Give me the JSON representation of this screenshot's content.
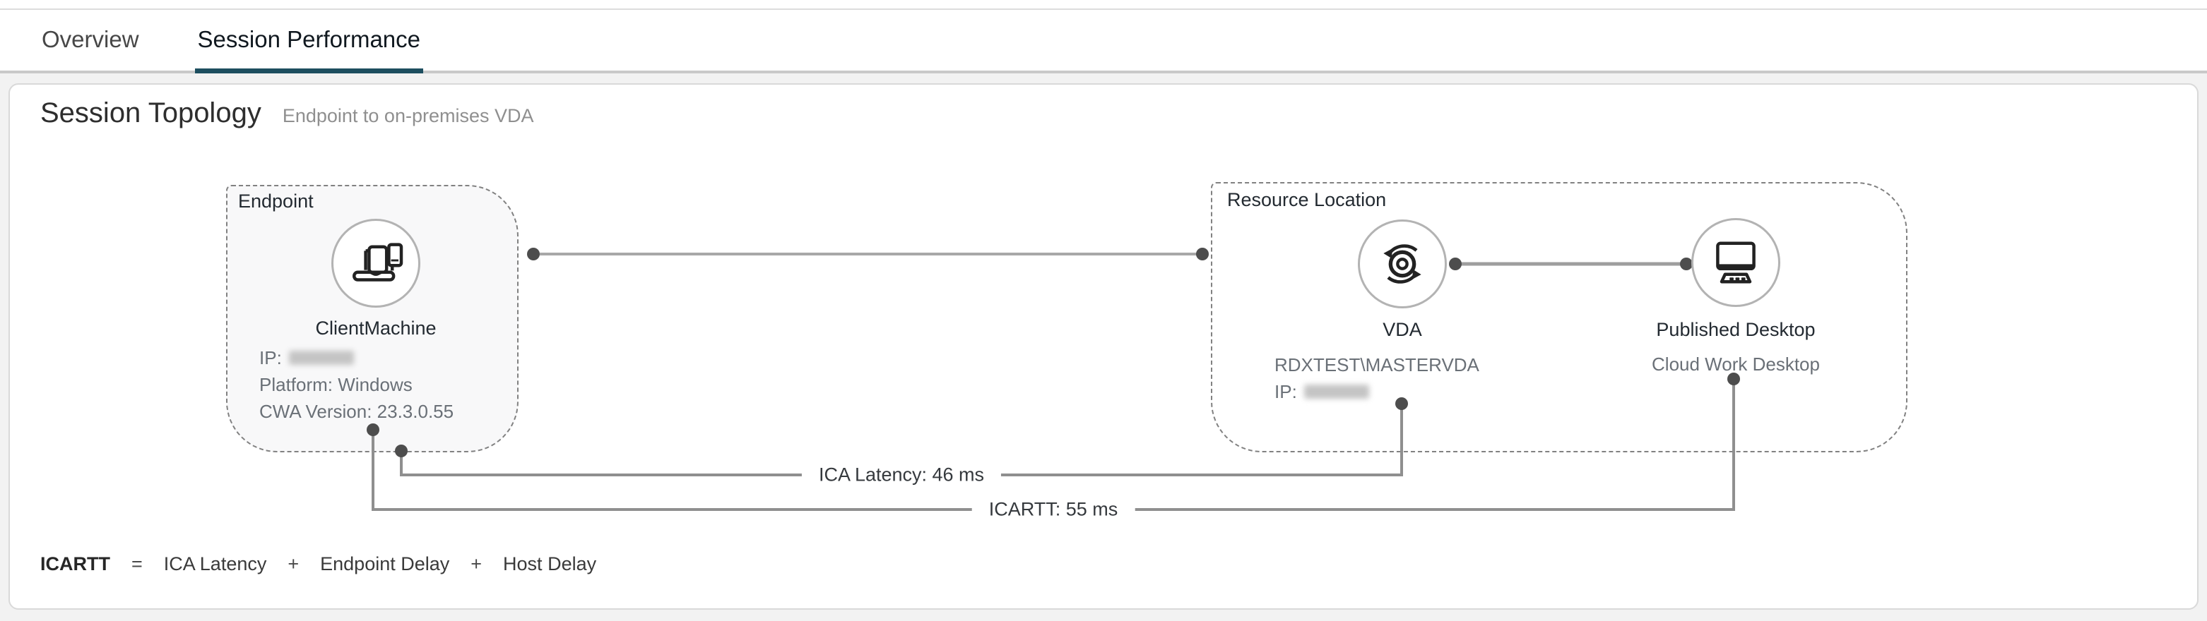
{
  "tabs": {
    "items": [
      {
        "label": "Overview",
        "active": false
      },
      {
        "label": "Session Performance",
        "active": true
      }
    ]
  },
  "page": {
    "title": "Session Topology",
    "subtitle": "Endpoint to on-premises VDA"
  },
  "endpoint": {
    "group_label": "Endpoint",
    "node_name": "ClientMachine",
    "ip_label": "IP:",
    "ip_redacted": true,
    "platform": "Platform: Windows",
    "cwa_version": "CWA Version: 23.3.0.55"
  },
  "resource_location": {
    "group_label": "Resource Location",
    "vda": {
      "node_name": "VDA",
      "machine": "RDXTEST\\MASTERVDA",
      "ip_label": "IP:",
      "ip_redacted": true
    },
    "published_desktop": {
      "node_name": "Published Desktop",
      "desktop_name": "Cloud Work Desktop"
    }
  },
  "metrics": {
    "ica_latency": "ICA Latency: 46 ms",
    "icartt": "ICARTT: 55 ms"
  },
  "legend": {
    "term": "ICARTT",
    "equals": "=",
    "plus": "+",
    "parts": [
      "ICA Latency",
      "Endpoint Delay",
      "Host Delay"
    ]
  },
  "colors": {
    "tab_underline_accent": "#1d4e5f",
    "box_dash_border": "#818181",
    "endpoint_box_fill": "#f8f8f9",
    "connector_line": "#9a9a9a",
    "connector_dot": "#4d4d4d",
    "detail_text": "#6a7077",
    "label_text": "#232a31"
  }
}
